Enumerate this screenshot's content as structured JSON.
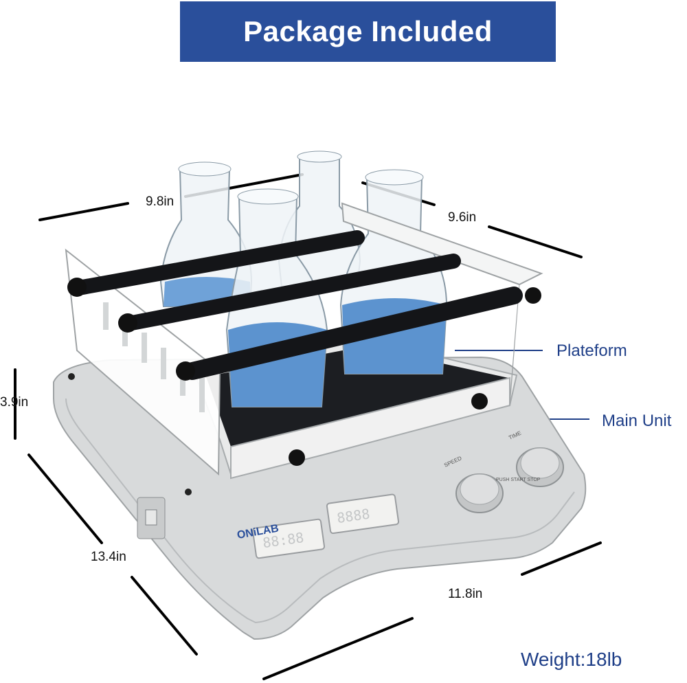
{
  "banner": {
    "title": "Package Included",
    "color": "#2a4f9b"
  },
  "dimensions": {
    "top_left": "9.8in",
    "top_right": "9.6in",
    "height": "3.9in",
    "bottom_left": "13.4in",
    "bottom_right": "11.8in"
  },
  "callouts": {
    "platform": "Plateform",
    "main_unit": "Main Unit",
    "color": "#1f3f88"
  },
  "device": {
    "brand": "ONiLAB",
    "knob_speed": "SPEED",
    "knob_time": "TIME",
    "push_label": "PUSH START STOP"
  },
  "weight": "Weight:18lb"
}
